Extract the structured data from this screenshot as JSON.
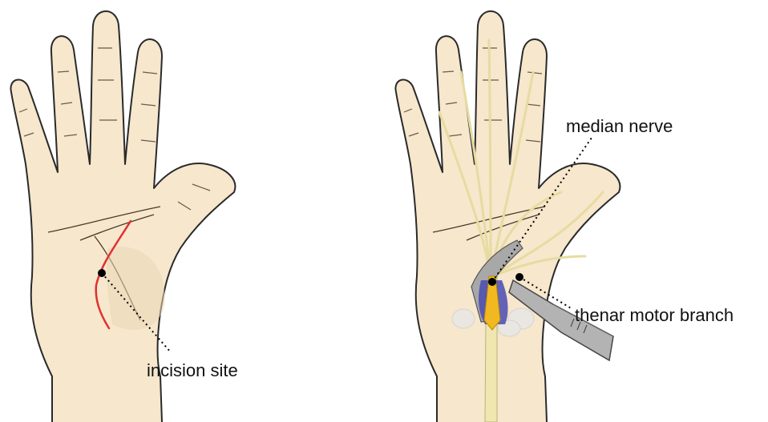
{
  "labels": {
    "incision_site": "incision site",
    "median_nerve": "median nerve",
    "thenar_motor_branch": "thenar motor branch"
  },
  "colors": {
    "skin": "#f6e7cd",
    "skin_shadow": "#ead7b5",
    "outline": "#2a2a2a",
    "incision": "#e03030",
    "nerve": "#efe6b0",
    "nerve_edge": "#bdb27a",
    "retractor": "#9a9a9a",
    "ligament": "#4a4ab0",
    "nerve_core": "#f2b820"
  },
  "icons": {
    "left_hand": "open-palm-with-incision-icon",
    "right_hand": "open-palm-with-median-nerve-dissection-icon",
    "scalpel": "scalpel-icon"
  }
}
